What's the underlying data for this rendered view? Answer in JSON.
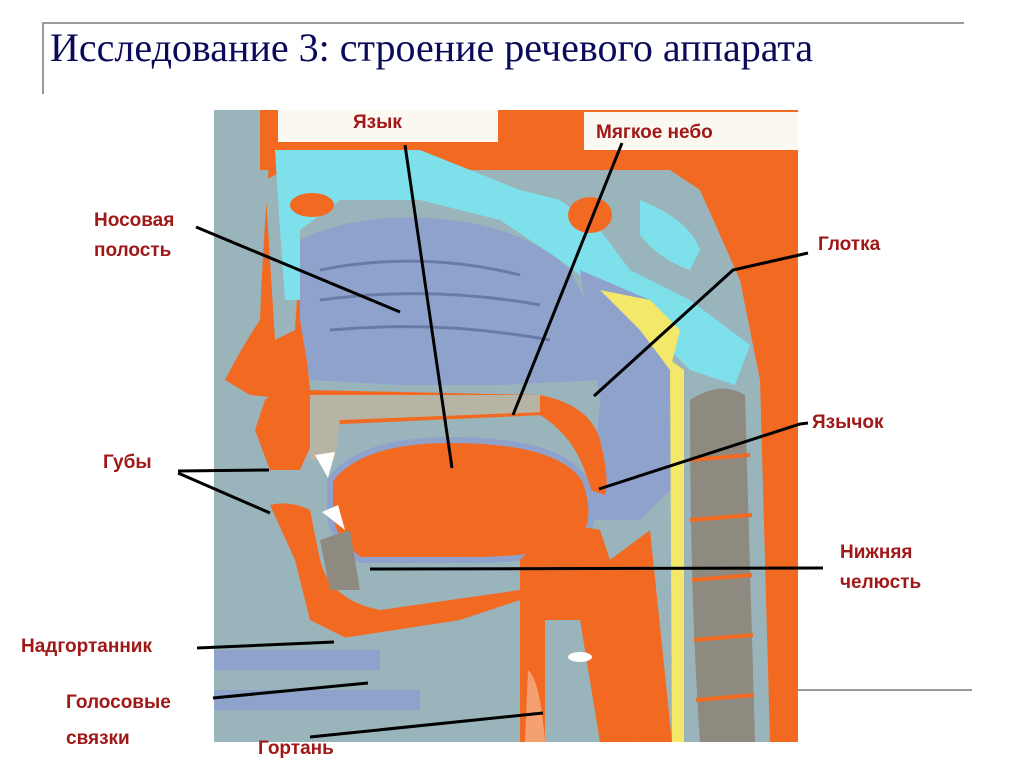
{
  "slide": {
    "title": "Исследование 3: строение речевого аппарата"
  },
  "labels": {
    "tongue": "Язык",
    "soft_palate": "Мягкое небо",
    "nasal_cavity_1": "Носовая",
    "nasal_cavity_2": "полость",
    "pharynx": "Глотка",
    "uvula": "Язычок",
    "lips": "Губы",
    "lower_jaw_1": "Нижняя",
    "lower_jaw_2": "челюсть",
    "epiglottis": "Надгортанник",
    "vocal_cords_1": "Голосовые",
    "vocal_cords_2": "связки",
    "larynx": "Гортань"
  },
  "colors": {
    "title": "#0a0a5a",
    "label": "#a01818",
    "tissue_orange": "#f26a22",
    "cavity_blue": "#8fa2cc",
    "bone_cyan": "#7ee0ea",
    "background_grey_blue": "#9ab4bc",
    "vertebra_grey": "#8e8a80",
    "mucosa_yellow": "#f4e86a"
  }
}
